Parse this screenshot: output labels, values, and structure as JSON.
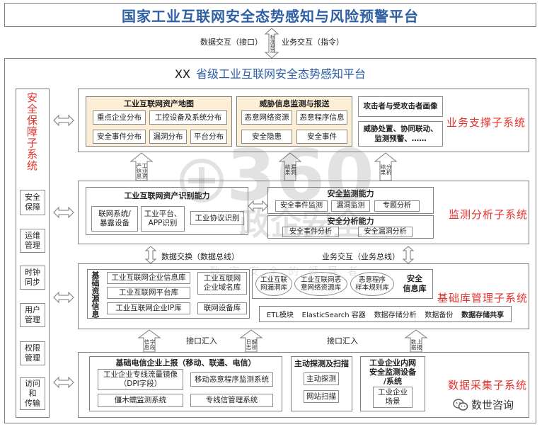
{
  "header": {
    "title": "国家工业互联网安全态势感知与风险预警平台"
  },
  "exchange": {
    "left": "数据交互（接口）",
    "right": "业务交互（指令）",
    "arrow_text": "标准规范"
  },
  "province": {
    "prefix": "XX",
    "title": "省级工业互联网安全态势感知平台"
  },
  "security": {
    "title": "安全保障子系统",
    "items": [
      "安全\n保障",
      "运维\n管理",
      "时钟\n同步",
      "用户\n管理",
      "权限\n管理",
      "访问\n和\n传输"
    ]
  },
  "business": {
    "label": "业务支撑子系统",
    "asset_map": {
      "title": "工业互联网资产地图",
      "items": [
        "重点企业分布",
        "工控设备及系统分布",
        "安全事件分布",
        "漏洞分布",
        "平台分布"
      ]
    },
    "threat": {
      "title": "威胁信息监测与报送",
      "items": [
        "恶意网络资源",
        "恶意程序信息",
        "安全隐患",
        "安全事件"
      ]
    },
    "profile": "攻击者与受攻击者画像",
    "disposal": "威胁处置、协同联动、\n监测预警、……"
  },
  "flow_upper": {
    "asset_info": "工业资产信息",
    "vuln_result": "漏洞结果",
    "analysis_result": "分析结果"
  },
  "monitor": {
    "label": "监测分析子系统",
    "asset_id": {
      "title": "工业互联网资产识别能力",
      "items": [
        "联网系统/\n暴露设备",
        "工业平台、\nAPP识别",
        "工业协议识别"
      ]
    },
    "sec_monitor": {
      "title": "安全监测能力",
      "items": [
        "安全事件监测",
        "漏洞监测",
        "专题分析"
      ]
    },
    "sec_analysis": {
      "title": "安全分析能力",
      "items": [
        "安全事件分析",
        "安全漏洞分析"
      ]
    }
  },
  "bus": {
    "left": "数据交换（数据总线）",
    "right": "业务交互（业务总线）"
  },
  "baselib": {
    "label": "基础库管理子系统",
    "resource": {
      "title": "基础资源信息",
      "items": [
        "工业互联网企业信息库",
        "工业互联网平台库",
        "工业互联网企业IP库",
        "工业互联网\n企业域名库",
        "联网设备库"
      ]
    },
    "security_lib": {
      "title": "安全\n信息库",
      "items": [
        "工业互联\n网漏洞库",
        "工业互联网恶\n意网络资源库",
        "恶意程序\n样本规则库"
      ]
    },
    "storage": {
      "items": [
        "ETL模块",
        "ElasticSearch 容器",
        "数据存储分析",
        "数据备份"
      ],
      "highlight": "数据存储共享"
    }
  },
  "flow_lower": {
    "field_info": "字段信息",
    "interface_left": "接口汇入",
    "parse_log": "解析日志",
    "interface_right": "接口汇入",
    "report_data": "上报数据"
  },
  "collect": {
    "label": "数据采集子系统",
    "telecom": {
      "title": "基础电信企业上报（移动、联通、电信）",
      "items": [
        "工业企业专线流量镜像\n（DPI字段）",
        "移动恶意程序监测系统",
        "僵木蠕监测系统",
        "专线信管理系统"
      ]
    },
    "probe": {
      "title": "主动探测及扫描",
      "items": [
        "主动探测",
        "网站扫描"
      ]
    },
    "enterprise": {
      "title": "工业企业内网\n安全监测设备\n/系统",
      "items": [
        "工业企业\n场景"
      ]
    }
  },
  "watermark": {
    "number": "360",
    "name": "政企安全",
    "slogan": "数 字 安 全 的 领 导 者",
    "icon": "circle-plus-icon"
  },
  "brand": {
    "name": "数世咨询",
    "icon": "wechat-icon"
  },
  "colors": {
    "title_blue": "#2e5fa3",
    "label_red": "#e5322d",
    "panel_beige": "#fcefd6",
    "border": "#7f7f7f"
  }
}
